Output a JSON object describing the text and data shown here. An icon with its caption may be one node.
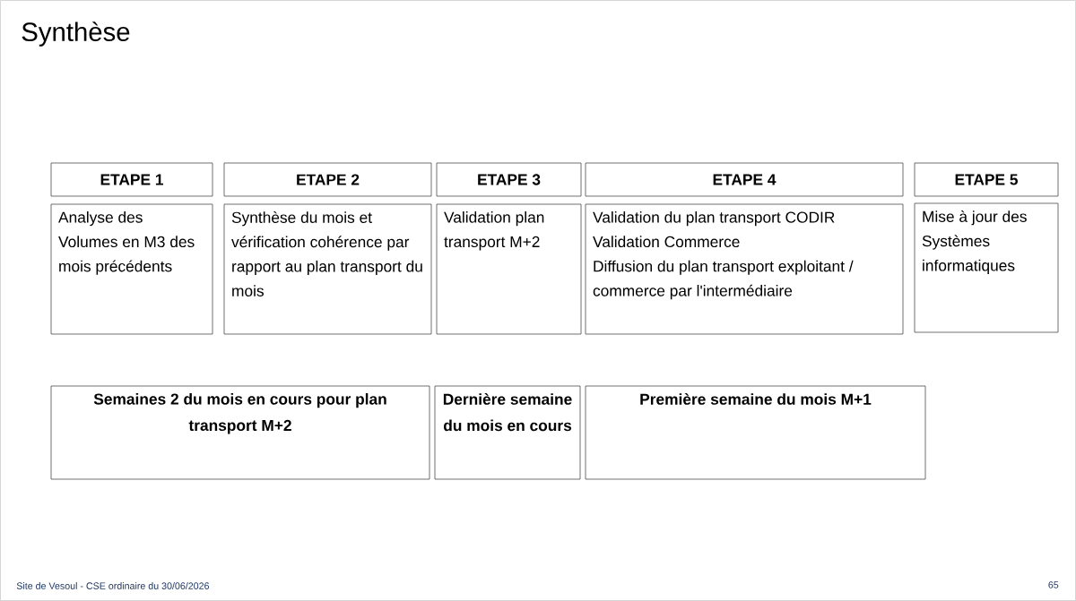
{
  "diagram": {
    "title": "Synthèse",
    "nodes": [
      {
        "text": [
          "ETAPE 1"
        ]
      },
      {
        "text": [
          "ETAPE 2"
        ]
      },
      {
        "text": [
          "ETAPE 3"
        ]
      },
      {
        "text": [
          "ETAPE 4"
        ]
      },
      {
        "text": [
          "ETAPE 5"
        ]
      },
      {
        "text": [
          "Analyse des Volumes en M3 des mois précédents"
        ]
      },
      {
        "text": [
          "Synthèse du mois et vérification cohérence par rapport au plan transport du mois"
        ]
      },
      {
        "text": [
          "Validation plan transport M+2"
        ]
      },
      {
        "text": [
          "Validation du plan transport CODIR",
          "Validation Commerce",
          "Diffusion du plan transport exploitant / commerce par l'intermédiaire"
        ]
      },
      {
        "text": [
          "Mise à jour des Systèmes informatiques"
        ]
      },
      {
        "text": [
          "Semaines 2 du mois en cours pour plan transport M+2"
        ]
      },
      {
        "text": [
          "Dernière semaine du mois en cours"
        ]
      },
      {
        "text": [
          "Première semaine du mois M+1"
        ]
      }
    ],
    "edges": [],
    "labels": [
      "Site de Vesoul - CSE ordinaire du 30/06/2026",
      "65"
    ]
  }
}
